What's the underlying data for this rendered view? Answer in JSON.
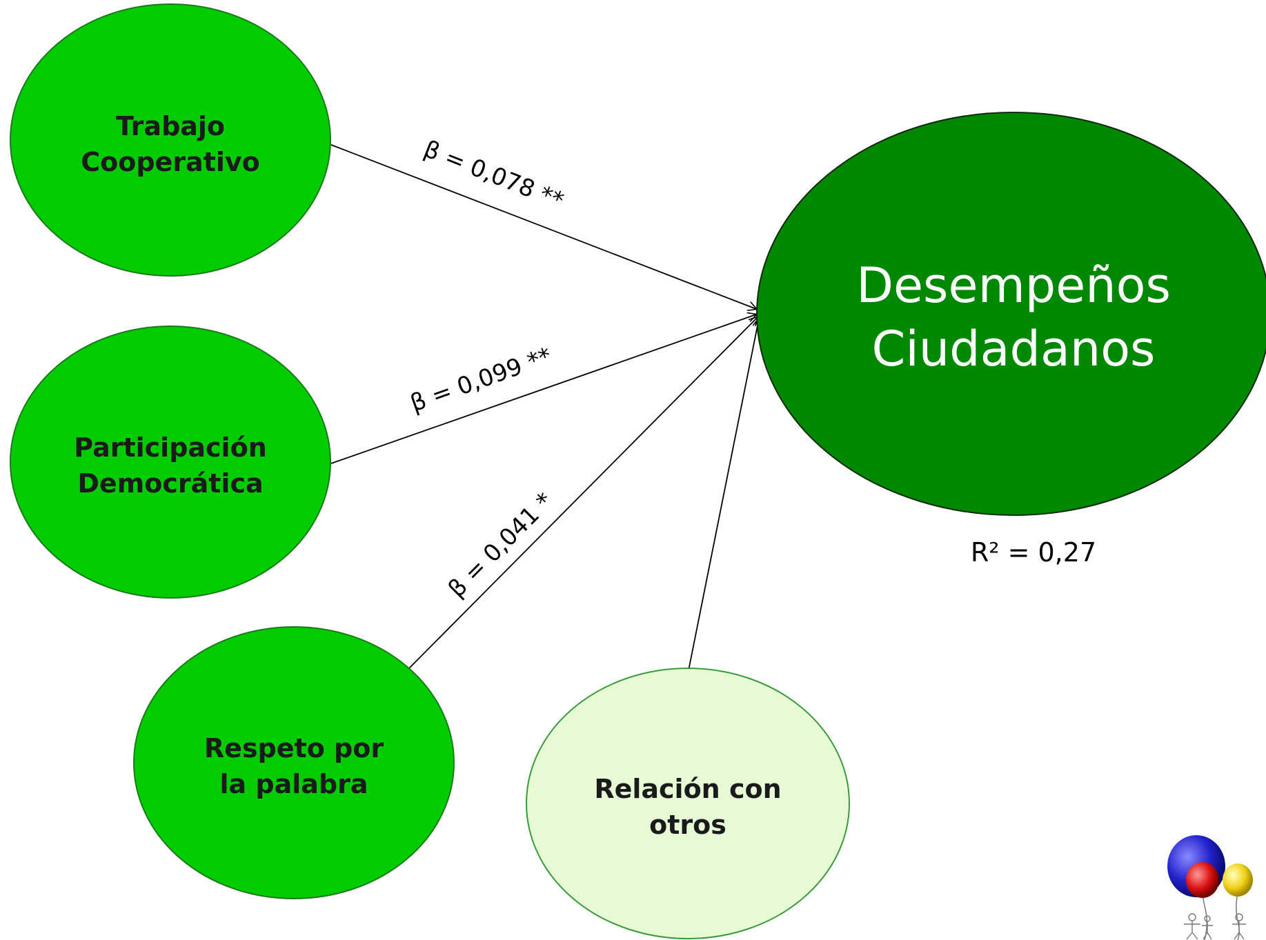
{
  "colors": {
    "predictor_fill": "#00cc00",
    "predictor_stroke": "#1a7a1a",
    "outcome_fill": "#008800",
    "light_fill": "#e6fad6",
    "light_stroke": "#3a9a3a"
  },
  "nodes": {
    "trabajo": {
      "line1": "Trabajo",
      "line2": "Cooperativo"
    },
    "participacion": {
      "line1": "Participación",
      "line2": "Democrática"
    },
    "respeto": {
      "line1": "Respeto por",
      "line2": "la palabra"
    },
    "relacion": {
      "line1": "Relación con",
      "line2": "otros"
    },
    "desempenos": {
      "line1": "Desempeños",
      "line2": "Ciudadanos"
    }
  },
  "paths": {
    "trabajo": {
      "label": "β = 0,078 **"
    },
    "participacion": {
      "label": "β = 0,099 **"
    },
    "respeto": {
      "label": "β = 0,041 *"
    }
  },
  "r_squared": "R² = 0,27",
  "logo": {
    "icon": "balloons-logo-icon"
  }
}
